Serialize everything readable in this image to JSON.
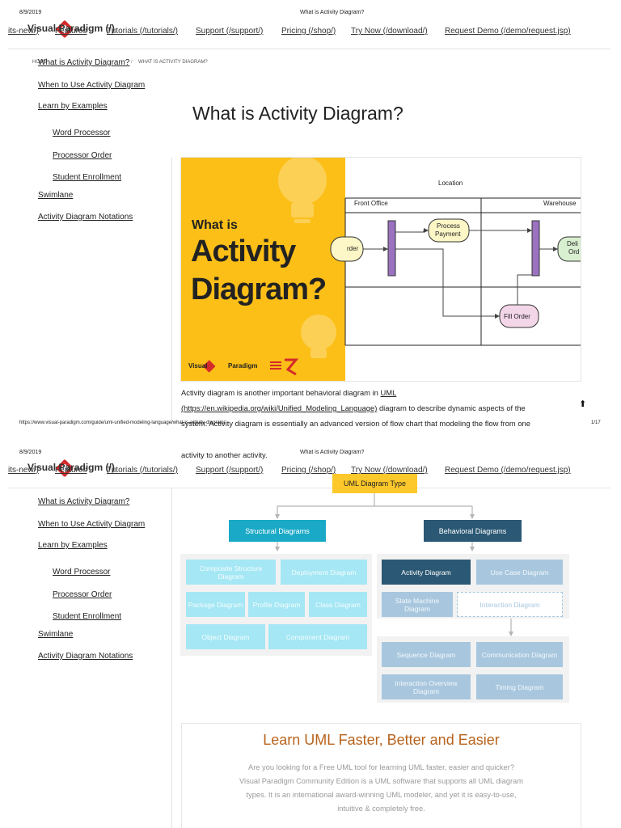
{
  "page1": {
    "print_date": "8/9/2019",
    "print_title": "What is Activity Diagram?",
    "logo_text": "Visual Paradigm (/)",
    "nav_items": [
      "Features",
      "Tutorials (/tutorials/)",
      "Support (/support/)",
      "Pricing (/shop/)",
      "Try Now (/download/)",
      "Request Demo (/demo/request.jsp)"
    ],
    "nav_left_fragment": "its-new/)",
    "breadcrumb_home": "HOME",
    "breadcrumb_current": "WHAT IS ACTIVITY DIAGRAM?",
    "sidebar": [
      "What is Activity Diagram?",
      "When to Use Activity Diagram",
      "Learn by Examples",
      "Word Processor",
      "Processor Order",
      "Student Enrollment",
      "Swimlane",
      "Activity Diagram Notations"
    ],
    "title": "What is Activity Diagram?",
    "hero": {
      "what_is": "What is",
      "activity": "Activity",
      "diagram": "Diagram?",
      "brand": "Visual",
      "brand2": "Paradigm",
      "location": "Location",
      "front_office": "Front Office",
      "warehouse": "Warehouse",
      "process_payment_1": "Process",
      "process_payment_2": "Payment",
      "fill_order": "Fill Order",
      "order_fragment": "rder",
      "deliver_1": "Deli",
      "deliver_2": "Ord"
    },
    "para_line1_pre": "Activity diagram is another important behavioral diagram in ",
    "para_line1_link": "UML",
    "para_line2_link": "(https://en.wikipedia.org/wiki/Unified_Modeling_Language)",
    "para_line2_post": " diagram to describe dynamic aspects of the",
    "para_line3": "system. Activity diagram is essentially an advanced version of flow chart that modeling the flow from one",
    "footer_url": "https://www.visual-paradigm.com/guide/uml-unified-modeling-language/what-is-activity-diagram/",
    "footer_page": "1/17"
  },
  "page2": {
    "print_date": "8/9/2019",
    "print_title": "What is Activity Diagram?",
    "continued_text": "activity to another activity.",
    "logo_text": "Visual Paradigm (/)",
    "nav_items": [
      "Features",
      "Tutorials (/tutorials/)",
      "Support (/support/)",
      "Pricing (/shop/)",
      "Try Now (/download/)",
      "Request Demo (/demo/request.jsp)"
    ],
    "nav_left_fragment": "its-new/)",
    "sidebar": [
      "What is Activity Diagram?",
      "When to Use Activity Diagram",
      "Learn by Examples",
      "Word Processor",
      "Processor Order",
      "Student Enrollment",
      "Swimlane",
      "Activity Diagram Notations"
    ],
    "uml": {
      "root": "UML Diagram Type",
      "structural": "Structural Diagrams",
      "behavioral": "Behavioral Diagrams",
      "composite": "Composite Structure Diagram",
      "deployment": "Deployment Diagram",
      "package": "Package Diagram",
      "profile": "Profile Diagram",
      "class": "Class Diagram",
      "object": "Object Diagram",
      "component": "Component Diagram",
      "activity": "Activity Diagram",
      "use_case": "Use Case Diagram",
      "state_machine": "State Machine Diagram",
      "interaction": "Interaction Diagram",
      "sequence": "Sequence Diagram",
      "communication": "Communication Diagram",
      "interaction_overview": "Interaction Overview Diagram",
      "timing": "Timing Diagram"
    },
    "learn": {
      "title": "Learn UML Faster, Better and Easier",
      "line1": "Are you looking for a Free UML tool for learning UML faster, easier and quicker?",
      "line2": "Visual Paradigm Community Edition is a UML software that supports all UML diagram",
      "line3": "types. It is an international award-winning UML modeler, and yet it is easy-to-use,",
      "line4": "intuitive & completely free."
    }
  },
  "colors": {
    "accent_red": "#d42b2b",
    "hero_yellow": "#fbbf17",
    "structural_teal": "#1aa9c6",
    "behavioral_navy": "#2b5874",
    "uml_root_yellow": "#fcc82b",
    "learn_title": "#b8631d"
  }
}
